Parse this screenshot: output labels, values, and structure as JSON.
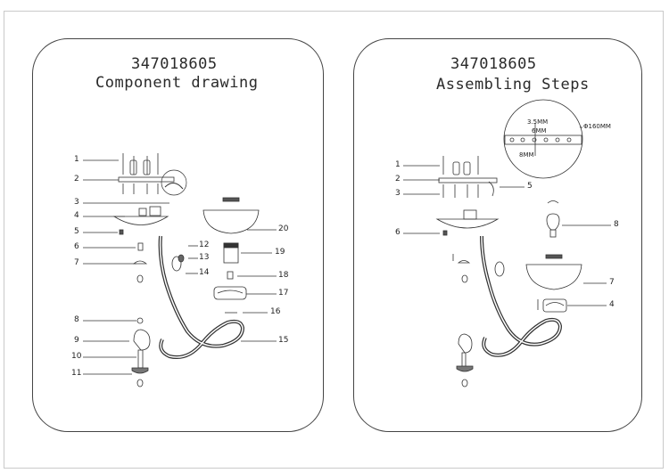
{
  "left_panel": {
    "code": "347018605",
    "heading": "Component drawing",
    "callouts": [
      "1",
      "2",
      "3",
      "4",
      "5",
      "6",
      "7",
      "8",
      "9",
      "10",
      "11",
      "12",
      "13",
      "14",
      "15",
      "16",
      "17",
      "18",
      "19",
      "20"
    ]
  },
  "right_panel": {
    "code": "347018605",
    "heading": "Assembling Steps",
    "callouts": [
      "1",
      "2",
      "3",
      "5",
      "6",
      "8",
      "7",
      "4"
    ],
    "detail_labels": {
      "d1": "3.5MM",
      "d2": "6MM",
      "d3": "8MM",
      "diameter": "Φ160MM"
    }
  }
}
